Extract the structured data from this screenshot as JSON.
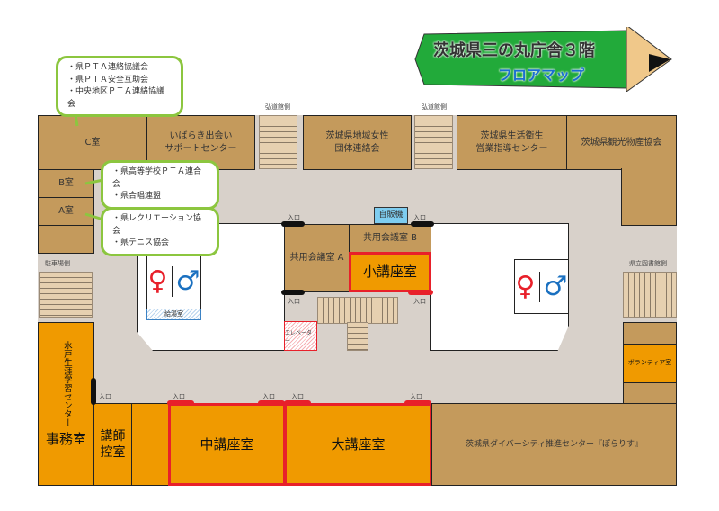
{
  "title": {
    "main": "茨城県三の丸庁舎３階",
    "sub": "フロアマップ"
  },
  "colors": {
    "room": "#c49a5c",
    "lecture": "#f09a00",
    "highlight": "#e8202a",
    "floor": "#d8d1ca",
    "callout": "#8cc63f",
    "title_bg": "#22aa3a"
  },
  "labels": {
    "hirodo1": "弘道館側",
    "hirodo2": "弘道館側",
    "parking": "駐車場側",
    "library": "県立図書館側",
    "entrance": "入口",
    "vending": "自販機",
    "kyuto": "給湯室",
    "elevator": "エレベーター"
  },
  "rooms": {
    "c": "C室",
    "b": "B室",
    "a": "A室",
    "ibaraki": "いばらき出会い\nサポートセンター",
    "josei": "茨城県地域女性\n団体連絡会",
    "eisei": "茨城県生活衛生\n営業指導センター",
    "kanko": "茨城県観光物産協会",
    "kyoyoA": "共用会議室 A",
    "kyoyoB": "共用会議室 B",
    "sho": "小講座室",
    "chu": "中講座室",
    "dai": "大講座室",
    "volunteer": "ボランティア室",
    "diversity": "茨城県ダイバーシティ推進センター『ぽらりす』",
    "mito_vertical": "水戸生涯学習センター",
    "jimu": "事務室",
    "koshi": "講師\n控室"
  },
  "callouts": {
    "c": [
      "・県ＰＴＡ連絡協議会",
      "・県ＰＴＡ安全互助会",
      "・中央地区ＰＴＡ連絡協議会"
    ],
    "b": [
      "・県高等学校ＰＴＡ連合会",
      "・県合唱連盟"
    ],
    "a": [
      "・県レクリエーション協会",
      "・県テニス協会"
    ]
  }
}
